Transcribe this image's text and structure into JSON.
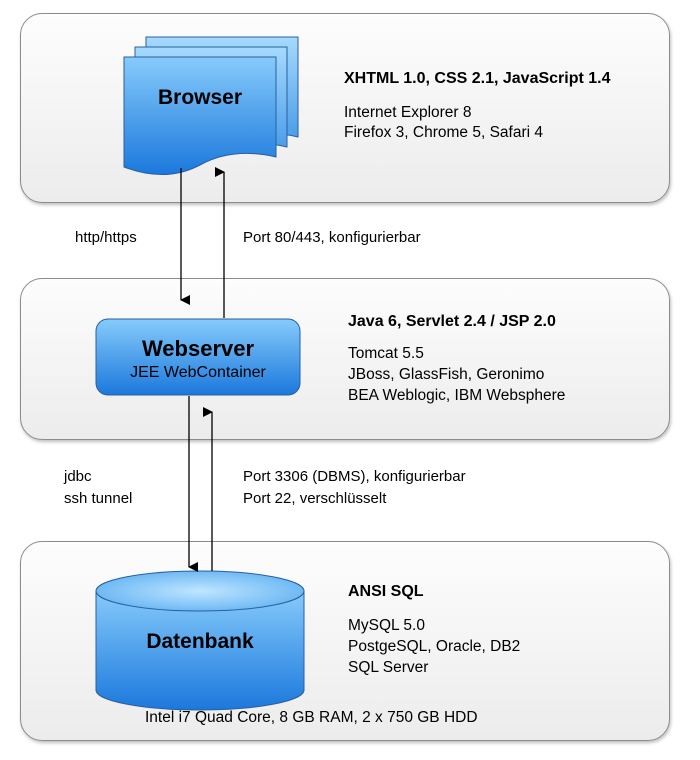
{
  "client": {
    "component": "Browser",
    "heading": "XHTML 1.0, CSS 2.1, JavaScript 1.4",
    "lines": [
      "Internet Explorer 8",
      "Firefox 3, Chrome 5, Safari 4"
    ]
  },
  "link_client_server": {
    "left_label": "http/https",
    "right_label": "Port 80/443, konfigurierbar"
  },
  "server": {
    "component": "Webserver",
    "subtitle": "JEE WebContainer",
    "heading": "Java 6, Servlet 2.4 / JSP 2.0",
    "lines": [
      "Tomcat 5.5",
      "JBoss, GlassFish, Geronimo",
      "BEA Weblogic, IBM Websphere"
    ]
  },
  "link_server_db": {
    "left_lines": [
      "jdbc",
      "ssh tunnel"
    ],
    "right_lines": [
      "Port 3306 (DBMS), konfigurierbar",
      "Port 22, verschlüsselt"
    ]
  },
  "database": {
    "component": "Datenbank",
    "heading": "ANSI SQL",
    "lines": [
      "MySQL 5.0",
      "PostgeSQL, Oracle, DB2",
      "SQL Server"
    ],
    "hardware": "Intel i7 Quad Core, 8 GB RAM, 2 x 750 GB HDD"
  },
  "colors": {
    "component_fill_light": "#7cc4f8",
    "component_fill_dark": "#1f7fe0",
    "component_stroke": "#2a5f9e",
    "layer_border": "#8c8c8c"
  }
}
